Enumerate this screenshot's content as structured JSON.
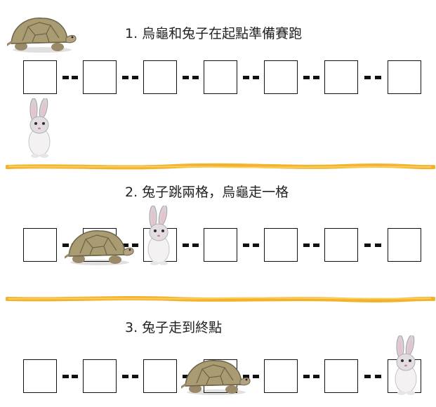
{
  "steps": [
    {
      "caption": "1. 烏龜和兔子在起點準備賽跑",
      "cells": 7,
      "tortoise_cell": 1,
      "rabbit_cell": 1
    },
    {
      "caption": "2. 兔子跳兩格，烏龜走一格",
      "cells": 7,
      "tortoise_cell": 2,
      "rabbit_cell": 3
    },
    {
      "caption": "3. 兔子走到終點",
      "cells": 7,
      "tortoise_cell": 4,
      "rabbit_cell": 7
    }
  ],
  "colors": {
    "divider": "#f2b22a",
    "cell_border": "#111111",
    "dash": "#111111"
  },
  "icons": {
    "tortoise": "tortoise-icon",
    "rabbit": "rabbit-icon"
  }
}
